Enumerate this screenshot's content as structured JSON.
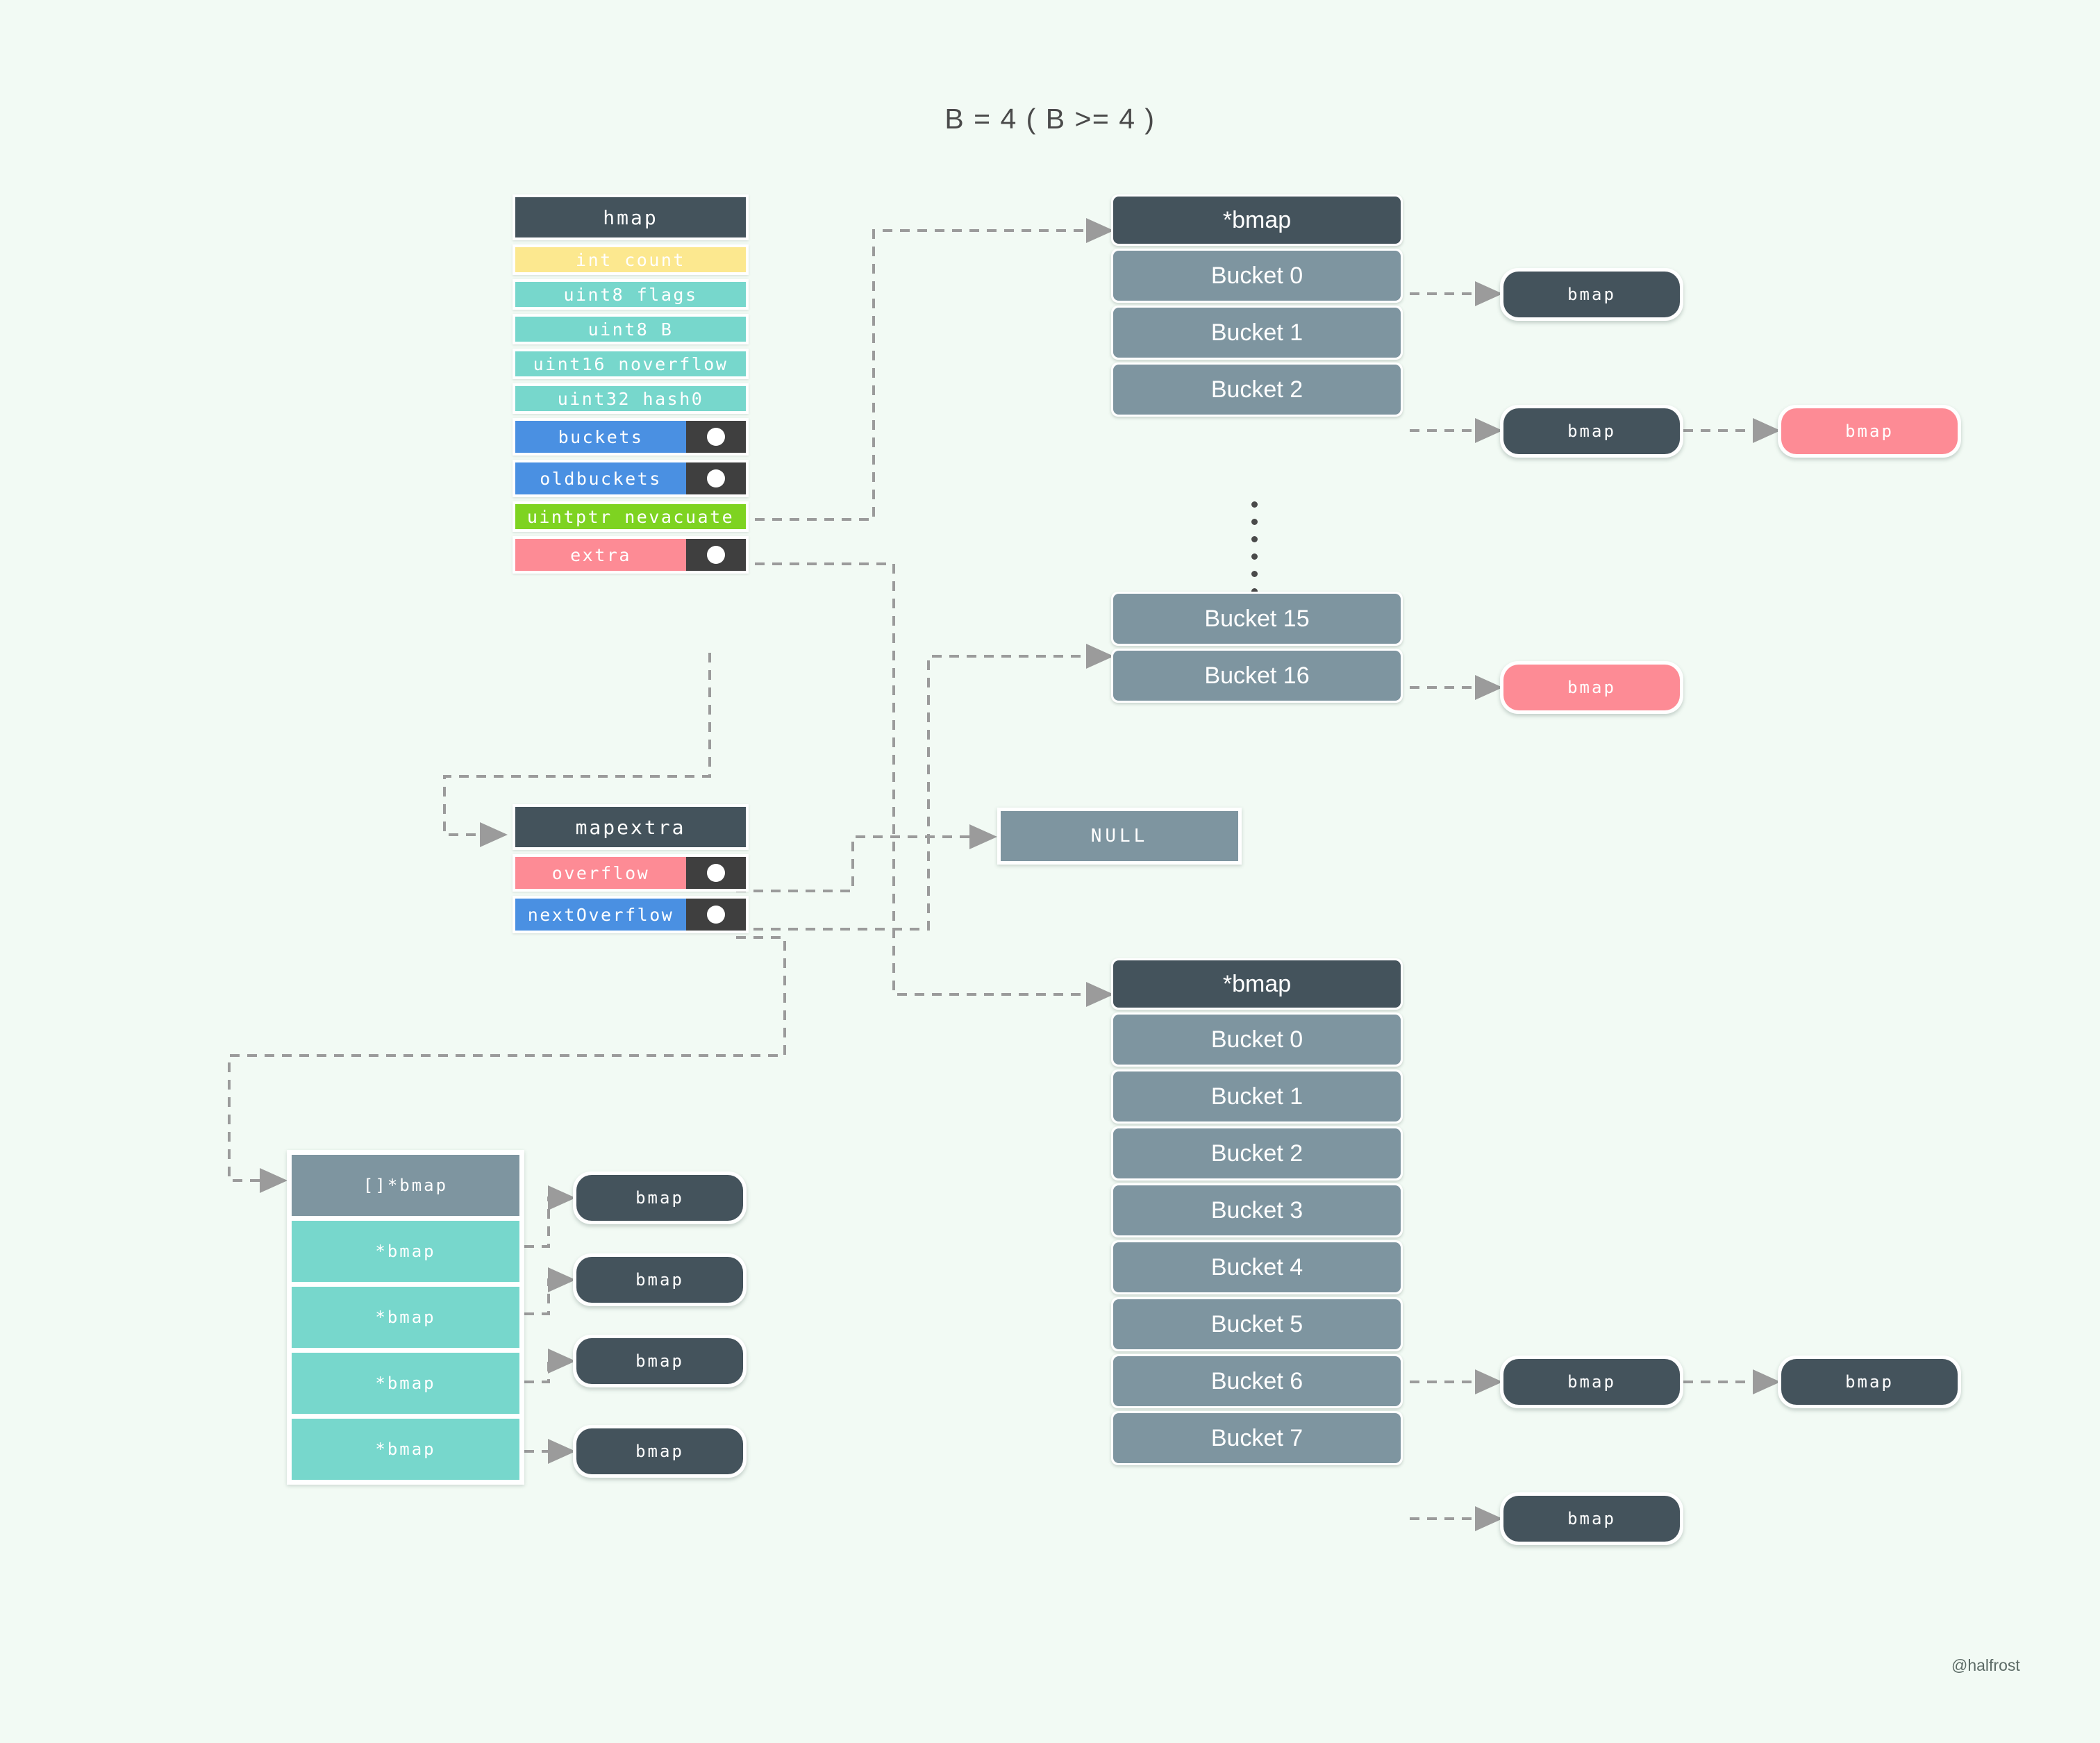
{
  "title": "B = 4 ( B >= 4 )",
  "watermark": "@halfrost",
  "colors": {
    "background": "#f2faf4",
    "header_dark": "#44535c",
    "bucket_gray": "#7e95a0",
    "yellow": "#fce88f",
    "teal": "#77d7cc",
    "blue": "#4a90e2",
    "green": "#7ed321",
    "pink": "#fd8b95",
    "pointer_cell": "#3f3f3f",
    "wire": "#9b9b9b",
    "title_text": "#4a4a4a"
  },
  "hmap": {
    "header": "hmap",
    "rows": [
      {
        "label": "int count",
        "color": "yellow",
        "pointer": false
      },
      {
        "label": "uint8 flags",
        "color": "teal",
        "pointer": false
      },
      {
        "label": "uint8 B",
        "color": "teal",
        "pointer": false
      },
      {
        "label": "uint16 noverflow",
        "color": "teal",
        "pointer": false
      },
      {
        "label": "uint32 hash0",
        "color": "teal",
        "pointer": false
      },
      {
        "label": "buckets",
        "color": "blue",
        "pointer": true
      },
      {
        "label": "oldbuckets",
        "color": "blue",
        "pointer": true
      },
      {
        "label": "uintptr nevacuate",
        "color": "green",
        "pointer": false
      },
      {
        "label": "extra",
        "color": "pink",
        "pointer": true
      }
    ]
  },
  "mapextra": {
    "header": "mapextra",
    "rows": [
      {
        "label": "overflow",
        "color": "pink",
        "pointer": true
      },
      {
        "label": "nextOverflow",
        "color": "blue",
        "pointer": true
      }
    ]
  },
  "null_node": {
    "label": "NULL"
  },
  "buckets_table": {
    "header": "*bmap",
    "items": [
      "Bucket 0",
      "Bucket 1",
      "Bucket 2"
    ],
    "tail_items": [
      "Bucket 15",
      "Bucket 16"
    ],
    "ellipsis_dots": 6
  },
  "oldbuckets_table": {
    "header": "*bmap",
    "items": [
      "Bucket 0",
      "Bucket 1",
      "Bucket 2",
      "Bucket 3",
      "Bucket 4",
      "Bucket 5",
      "Bucket 6",
      "Bucket 7"
    ]
  },
  "overflow_array": {
    "header": "[]*bmap",
    "slots": [
      "*bmap",
      "*bmap",
      "*bmap",
      "*bmap"
    ],
    "targets": [
      "bmap",
      "bmap",
      "bmap",
      "bmap"
    ]
  },
  "overflow_nodes": {
    "bucket0_chain": [
      "bmap"
    ],
    "bucket2_chain": [
      "bmap",
      "bmap"
    ],
    "bucket16_chain": [
      "bmap"
    ],
    "old_bucket5_chain": [
      "bmap",
      "bmap"
    ],
    "old_bucket7_chain": [
      "bmap"
    ],
    "node_label": "bmap"
  }
}
